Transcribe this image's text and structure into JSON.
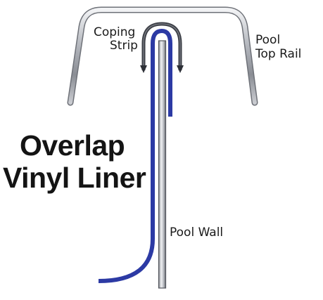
{
  "title": {
    "line1": "Overlap",
    "line2": "Vinyl Liner"
  },
  "labels": {
    "coping_strip_line1": "Coping",
    "coping_strip_line2": "Strip",
    "top_rail_line1": "Pool",
    "top_rail_line2": "Top Rail",
    "pool_wall": "Pool Wall"
  },
  "colors": {
    "liner": "#2c3aa4",
    "metal_light": "#e6e8ec",
    "metal_dark": "#6e7178",
    "coping_strip": "#3a3d44",
    "text": "#1a1a1a"
  }
}
